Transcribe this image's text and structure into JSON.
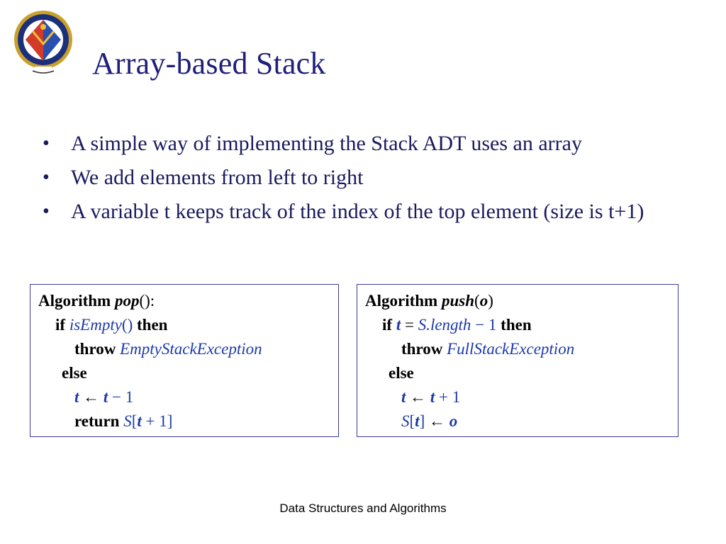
{
  "slide": {
    "title": "Array-based Stack",
    "footer": "Data Structures and Algorithms"
  },
  "bullets": [
    "A simple way of implementing the Stack ADT uses an array",
    "We add elements from left to right",
    "A variable t keeps track of the index of the top element (size is t+1)"
  ],
  "pop_algorithm": {
    "header_word": "Algorithm",
    "name": "pop",
    "signature_suffix": "():",
    "if_kw": "if",
    "cond": "isEmpty",
    "cond_parens": "()",
    "then_kw": "then",
    "throw_kw": "throw",
    "exception": "EmptyStackException",
    "else_kw": "else",
    "t_var": "t",
    "arrow": "←",
    "minus_one": "− 1",
    "return_kw": "return",
    "return_arr": "S",
    "return_open": "[",
    "return_plus": "+ 1]"
  },
  "push_algorithm": {
    "header_word": "Algorithm",
    "name": "push",
    "open_paren": "(",
    "param": "o",
    "close_paren": ")",
    "if_kw": "if",
    "t_var": "t",
    "eq": "=",
    "length": "S.length",
    "minus_one": "− 1",
    "then_kw": "then",
    "throw_kw": "throw",
    "exception": "FullStackException",
    "else_kw": "else",
    "arrow": "←",
    "plus_one": "+ 1",
    "arr": "S",
    "open_br": "[",
    "close_br": "]"
  },
  "colors": {
    "title": "#1f1f7a",
    "bullet_text": "#1a1a5e",
    "code_blue": "#1c3aa9",
    "box_border": "#3b3b9c"
  },
  "icons": {
    "logo": "institute-emblem"
  }
}
